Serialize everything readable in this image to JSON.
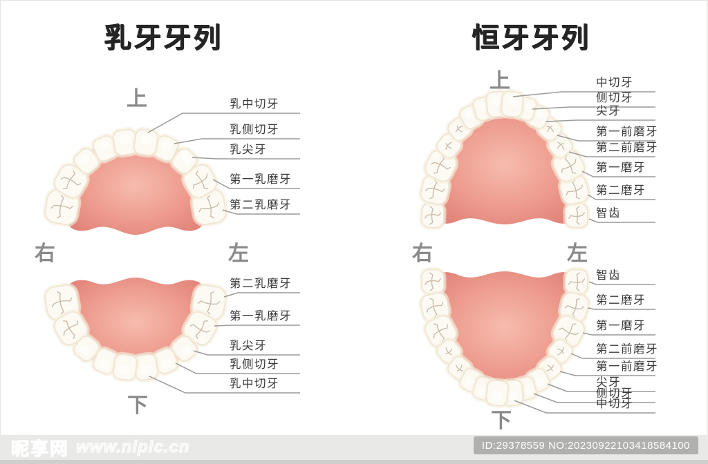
{
  "watermark": {
    "site_name": "昵享网",
    "site_url": "www.nipic.cn"
  },
  "id_badge": {
    "text": "ID:29378559 NO:20230922103418584100"
  },
  "diagrams": {
    "deciduous": {
      "title": "乳牙牙列",
      "teeth_per_arch": 10,
      "orientation": {
        "top": "上",
        "bottom": "下",
        "left": "右",
        "right": "左"
      },
      "upper_labels": [
        "乳中切牙",
        "乳侧切牙",
        "乳尖牙",
        "第一乳磨牙",
        "第二乳磨牙"
      ],
      "lower_labels": [
        "第二乳磨牙",
        "第一乳磨牙",
        "乳尖牙",
        "乳侧切牙",
        "乳中切牙"
      ]
    },
    "permanent": {
      "title": "恒牙牙列",
      "teeth_per_arch": 16,
      "orientation": {
        "top": "上",
        "bottom": "下",
        "left": "右",
        "right": "左"
      },
      "upper_labels": [
        "中切牙",
        "侧切牙",
        "尖牙",
        "第一前磨牙",
        "第二前磨牙",
        "第一磨牙",
        "第二磨牙",
        "智齿"
      ],
      "lower_labels": [
        "智齿",
        "第二磨牙",
        "第一磨牙",
        "第二前磨牙",
        "第一前磨牙",
        "尖牙",
        "侧切牙",
        "中切牙"
      ]
    }
  },
  "colors": {
    "gum_center": "#f6bcae",
    "gum_mid": "#ee9e90",
    "gum_edge": "#e2837a",
    "tooth_fill": "#fdfaf3",
    "tooth_stroke": "#f0e6d4",
    "tooth_halo": "#f7f0e0",
    "fissure": "#c8bcad",
    "leader_line": "#9a9a9a",
    "orientation_text": "#8a8a8a",
    "title_text": "#252525",
    "badge_bg": "#b0b0ae",
    "bar_bg": "#e9e9e7"
  }
}
